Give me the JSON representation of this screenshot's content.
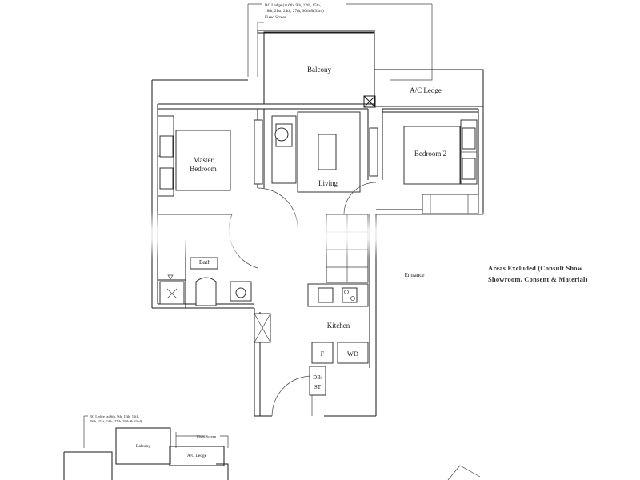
{
  "plan": {
    "rooms": {
      "balcony": "Balcony",
      "ac_ledge": "A/C Ledge",
      "master_line1": "Master",
      "master_line2": "Bedroom",
      "living": "Living",
      "bedroom2": "Bedroom 2",
      "kitchen": "Kitchen",
      "bath": "Bath",
      "fridge": "F",
      "wd": "WD",
      "dbst_line1": "DB/",
      "dbst_line2": "ST",
      "corridor": "Entrance"
    },
    "annotations": {
      "rc_ledge_line1": "RC Ledge (at 6th, 9th, 12th, 15th,",
      "rc_ledge_line2": "18th, 21st, 24th, 27th, 30th & 33rd)",
      "fixed_screen": "Fixed Screen",
      "side_note_line1": "Areas Excluded (Consult Show",
      "side_note_line2": "Showroom, Consent & Material)"
    },
    "inset": {
      "rc_ledge_line1": "RC Ledge (at 6th, 9th, 12th, 15th,",
      "rc_ledge_line2": "18th, 21st, 24th, 27th, 30th & 33rd)",
      "fixed_screen": "Fixed Screen",
      "balcony": "Balcony",
      "ac_ledge": "A/C Ledge"
    }
  }
}
